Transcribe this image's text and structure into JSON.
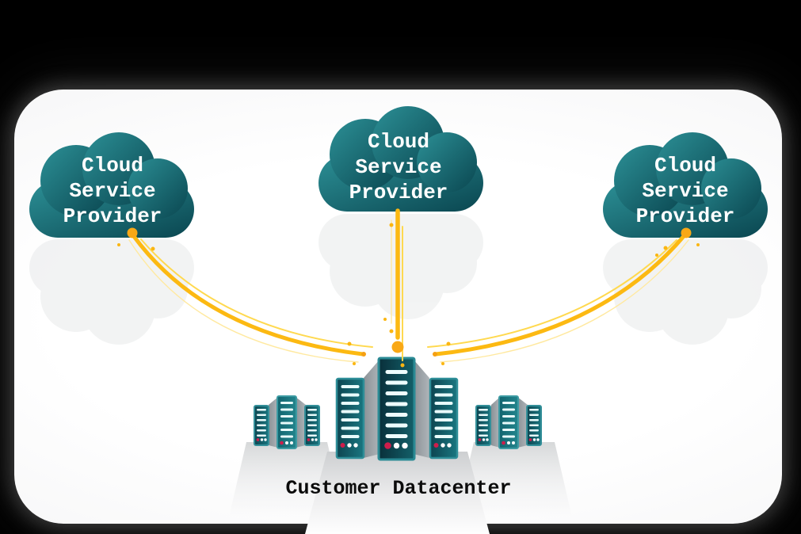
{
  "page": {
    "background": "#000000"
  },
  "panel": {
    "background": "#F6F6F7"
  },
  "clouds": [
    {
      "id": "cloud-left",
      "label": "Cloud\nService\nProvider"
    },
    {
      "id": "cloud-middle",
      "label": "Cloud\nService\nProvider"
    },
    {
      "id": "cloud-right",
      "label": "Cloud\nService\nProvider"
    }
  ],
  "datacenter": {
    "label": "Customer Datacenter",
    "rack_count": 9
  },
  "connections": [
    {
      "from": "cloud-left",
      "to": "customer-datacenter"
    },
    {
      "from": "cloud-middle",
      "to": "customer-datacenter"
    },
    {
      "from": "cloud-right",
      "to": "customer-datacenter"
    }
  ],
  "colors": {
    "cloud_teal_light": "#2C9096",
    "cloud_teal_dark": "#0A4650",
    "connection_yellow": "#FCB912",
    "connection_yellow_light": "#FFD94F",
    "server_teal_dark": "#092F3A",
    "server_teal": "#197680",
    "server_stripe": "#E8FBFB",
    "led_red": "#CE1D4B",
    "shadow_gray": "#9AA1A6"
  }
}
